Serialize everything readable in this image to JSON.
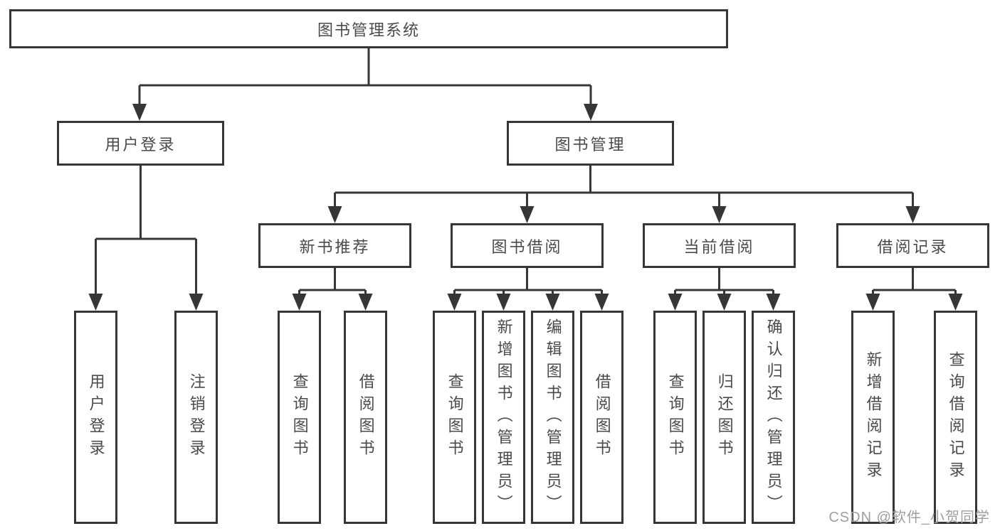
{
  "diagram": {
    "root": {
      "label": "图书管理系统"
    },
    "level1": {
      "user_login": {
        "label": "用户登录"
      },
      "book_mgmt": {
        "label": "图书管理"
      }
    },
    "level2": {
      "new_books": {
        "label": "新书推荐"
      },
      "book_borrow": {
        "label": "图书借阅"
      },
      "current_borrow": {
        "label": "当前借阅"
      },
      "borrow_records": {
        "label": "借阅记录"
      }
    },
    "leaves": {
      "user_login": [
        "用户登录",
        "注销登录"
      ],
      "new_books": [
        "查询图书",
        "借阅图书"
      ],
      "book_borrow": [
        "查询图书",
        "新增图书（管理员）",
        "编辑图书（管理员）",
        "借阅图书"
      ],
      "current_borrow": [
        "查询图书",
        "归还图书",
        "确认归还（管理员）"
      ],
      "borrow_records": [
        "新增借阅记录",
        "查询借阅记录"
      ]
    }
  },
  "watermark": {
    "text": "CSDN @软件_小贺同学"
  },
  "colors": {
    "line": "#363636",
    "text": "#4a4a4a",
    "watermark": "#9e9ea4",
    "background": "#ffffff"
  }
}
